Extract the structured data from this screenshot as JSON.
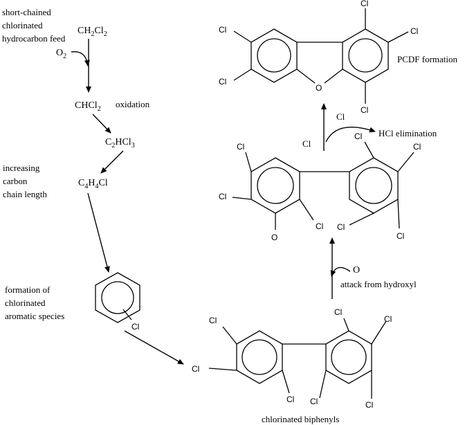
{
  "labels": {
    "feed_line1": "short-chained",
    "feed_line2": "chlorinated",
    "feed_line3": "hydrocarbon feed",
    "oxidation": "oxidation",
    "increasing_line1": "increasing",
    "increasing_line2": "carbon",
    "increasing_line3": "chain length",
    "formation_line1": "formation of",
    "formation_line2": "chlorinated",
    "formation_line3": "aromatic species",
    "biphenyls": "chlorinated biphenyls",
    "attack": "attack from hydroxyl",
    "hcl_elimination": "HCl elimination",
    "pcdf_formation": "PCDF formation"
  },
  "formulas": {
    "ch2cl2_main": "CH",
    "ch2cl2_sub1": "2",
    "ch2cl2_cl": "Cl",
    "ch2cl2_sub2": "2",
    "o2_main": "O",
    "o2_sub": "2",
    "chcl2_main": "CHCl",
    "chcl2_sub": "2",
    "c2hcl3_c": "C",
    "c2hcl3_sub1": "2",
    "c2hcl3_hcl": "HCl",
    "c2hcl3_sub2": "3",
    "c4h4cl_c": "C",
    "c4h4cl_sub1": "4",
    "c4h4cl_h": "H",
    "c4h4cl_sub2": "4",
    "c4h4cl_cl": "Cl"
  },
  "atoms": {
    "cl": "Cl",
    "o": "O"
  }
}
